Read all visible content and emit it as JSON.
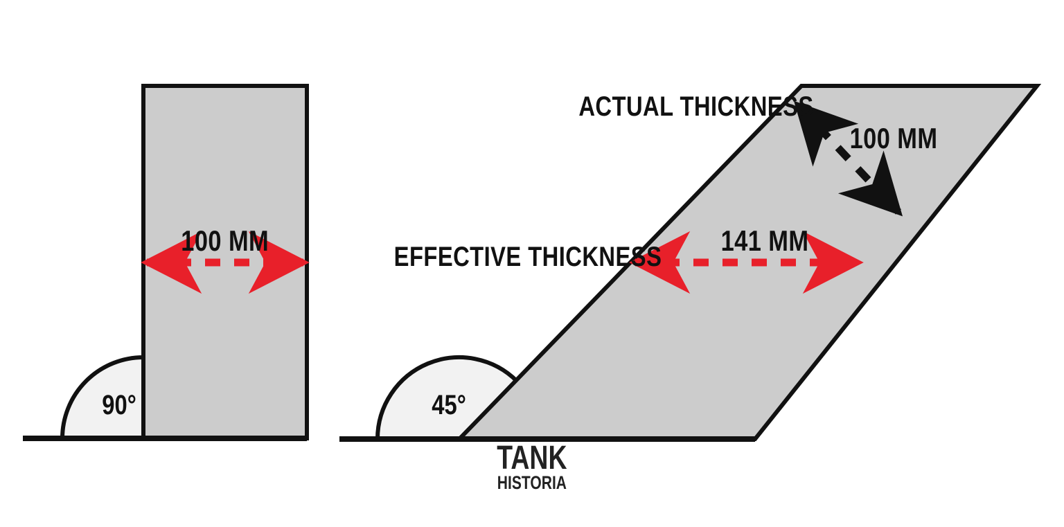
{
  "figure": {
    "type": "technical-diagram",
    "title": "Armor sloping effective thickness comparison",
    "background_color": "#FFFFFF",
    "plate_fill_color": "#CCCCCC",
    "plate_stroke_color": "#111111",
    "arc_fill_color": "#F2F2F2",
    "effective_arrow_color": "#E8202A",
    "actual_arrow_color": "#111111"
  },
  "left_figure": {
    "name": "vertical-plate",
    "angle_label": "90°",
    "thickness_label": "100 MM",
    "thickness_value": 100,
    "thickness_unit": "MM",
    "angle_value": 90
  },
  "right_figure": {
    "name": "sloped-plate",
    "angle_label": "45°",
    "angle_value": 45,
    "actual_thickness_caption": "ACTUAL THICKNESS",
    "actual_thickness_label": "100 MM",
    "actual_thickness_value": 100,
    "effective_thickness_caption": "EFFECTIVE THICKNESS",
    "effective_thickness_label": "141 MM",
    "effective_thickness_value": 141,
    "thickness_unit": "MM"
  },
  "brand": {
    "line1": "TANK",
    "line2": "HISTORIA"
  }
}
